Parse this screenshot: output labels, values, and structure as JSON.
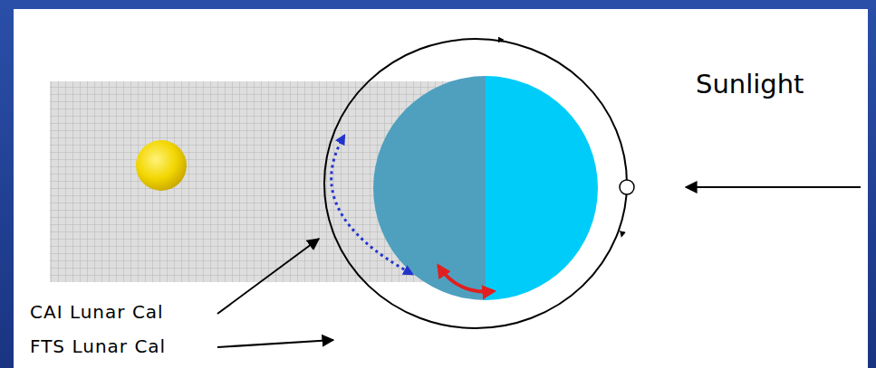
{
  "diagram": {
    "labels": [
      "Sunlight",
      "CAI Lunar Cal",
      "FTS Lunar Cal"
    ]
  }
}
